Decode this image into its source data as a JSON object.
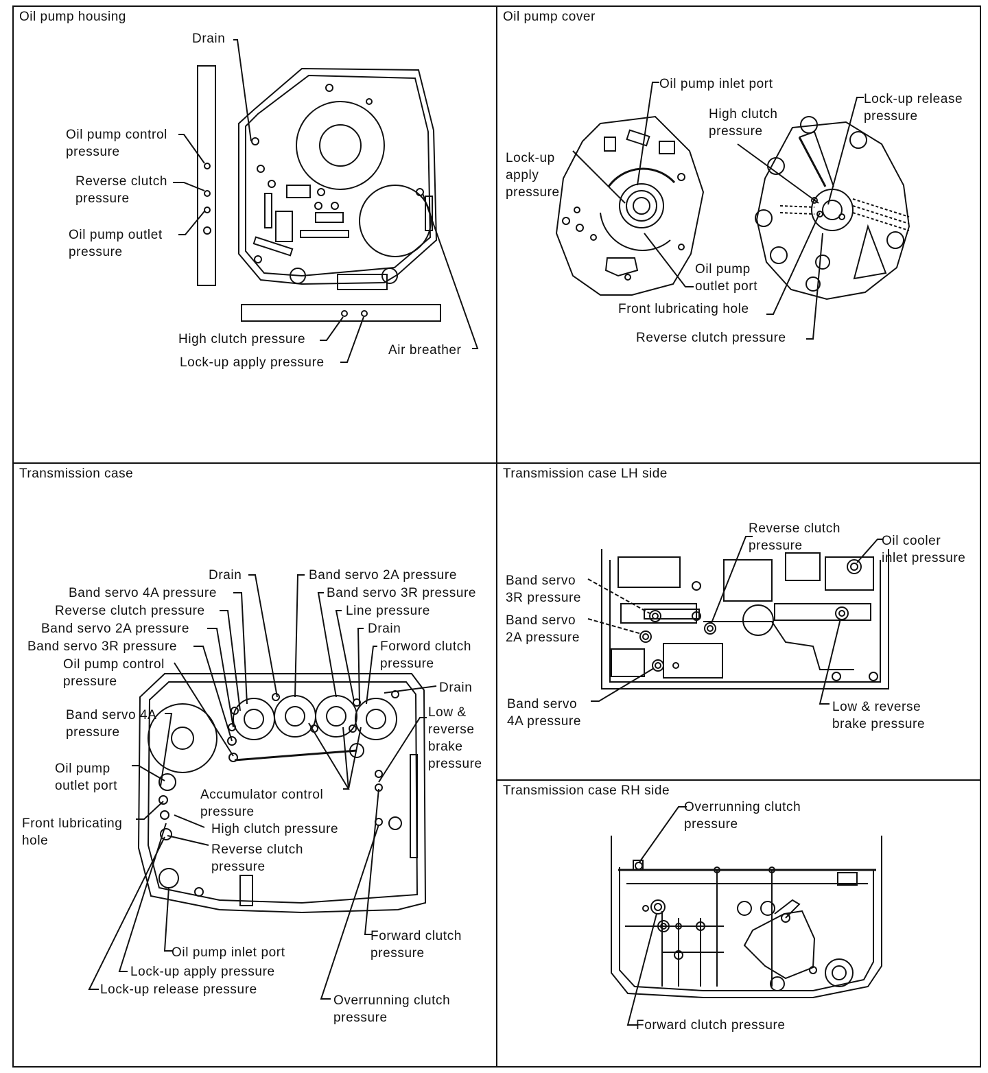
{
  "panels": {
    "oil_pump_housing": {
      "title": "Oil pump housing",
      "labels": {
        "drain": "Drain",
        "oil_pump_control_pressure": "Oil pump control\npressure",
        "reverse_clutch_pressure": "Reverse clutch\npressure",
        "oil_pump_outlet_pressure": "Oil pump outlet\npressure",
        "high_clutch_pressure": "High clutch pressure",
        "lockup_apply_pressure": "Lock-up apply pressure",
        "air_breather": "Air breather"
      }
    },
    "oil_pump_cover": {
      "title": "Oil pump cover",
      "labels": {
        "oil_pump_inlet_port": "Oil pump inlet port",
        "lockup_release_pressure": "Lock-up release\npressure",
        "high_clutch_pressure": "High clutch\npressure",
        "lockup_apply_pressure": "Lock-up\napply\npressure",
        "oil_pump_outlet_port": "Oil pump\noutlet port",
        "front_lubricating_hole": "Front lubricating hole",
        "reverse_clutch_pressure": "Reverse clutch pressure"
      }
    },
    "transmission_case": {
      "title": "Transmission case",
      "labels": {
        "drain_1": "Drain",
        "band_servo_2a_pressure_top": "Band servo 2A pressure",
        "band_servo_4a_pressure": "Band servo 4A pressure",
        "band_servo_3r_pressure_top": "Band servo 3R pressure",
        "reverse_clutch_pressure_left": "Reverse clutch pressure",
        "line_pressure": "Line pressure",
        "band_servo_2a_pressure_left": "Band servo 2A pressure",
        "drain_2": "Drain",
        "band_servo_3r_pressure_left": "Band servo 3R pressure",
        "forword_clutch_pressure": "Forword clutch\npressure",
        "oil_pump_control_pressure": "Oil pump control\npressure",
        "drain_3": "Drain",
        "band_servo_4a_pressure_side": "Band servo 4A\npressure",
        "low_reverse_brake_pressure": "Low &\nreverse\nbrake\npressure",
        "oil_pump_outlet_port": "Oil pump\noutlet port",
        "accumulator_control_pressure": "Accumulator control\npressure",
        "front_lubricating_hole": "Front lubricating\nhole",
        "high_clutch_pressure": "High clutch pressure",
        "reverse_clutch_pressure_bottom": "Reverse clutch\npressure",
        "forward_clutch_pressure": "Forward clutch\npressure",
        "oil_pump_inlet_port": "Oil pump inlet port",
        "lockup_apply_pressure": "Lock-up apply pressure",
        "lockup_release_pressure": "Lock-up release pressure",
        "overrunning_clutch_pressure": "Overrunning clutch\npressure"
      }
    },
    "transmission_case_lh": {
      "title": "Transmission case LH side",
      "labels": {
        "reverse_clutch_pressure": "Reverse clutch\npressure",
        "oil_cooler_inlet_pressure": "Oil cooler\ninlet pressure",
        "band_servo_3r_pressure": "Band servo\n3R pressure",
        "band_servo_2a_pressure": "Band servo\n2A pressure",
        "band_servo_4a_pressure": "Band servo\n4A pressure",
        "low_reverse_brake_pressure": "Low & reverse\nbrake pressure"
      }
    },
    "transmission_case_rh": {
      "title": "Transmission case RH side",
      "labels": {
        "overrunning_clutch_pressure": "Overrunning clutch\npressure",
        "forward_clutch_pressure": "Forward clutch pressure"
      }
    }
  }
}
